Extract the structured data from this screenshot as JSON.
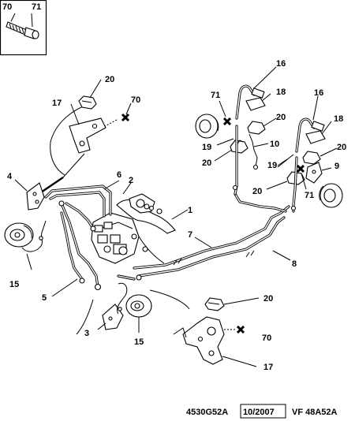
{
  "inset": {
    "label_left": "70",
    "label_right": "71"
  },
  "callouts": {
    "c20a": "20",
    "c17a": "17",
    "c70a": "70",
    "c16a": "16",
    "c18a": "18",
    "c71a": "71",
    "c20b": "20",
    "c16b": "16",
    "c18b": "18",
    "c19a": "19",
    "c10": "10",
    "c20c": "20",
    "c20d": "20",
    "c19b": "19",
    "c9": "9",
    "c20e": "20",
    "c71b": "71",
    "c4": "4",
    "c6": "6",
    "c2": "2",
    "c1": "1",
    "c7": "7",
    "c8": "8",
    "c15a": "15",
    "c5": "5",
    "c3": "3",
    "c15b": "15",
    "c20f": "20",
    "c70b": "70",
    "c17b": "17"
  },
  "footer": {
    "code": "4530G52A",
    "date": "10/2007",
    "ref": "VF 48A52A"
  },
  "colors": {
    "ink": "#000000",
    "paper": "#ffffff"
  }
}
